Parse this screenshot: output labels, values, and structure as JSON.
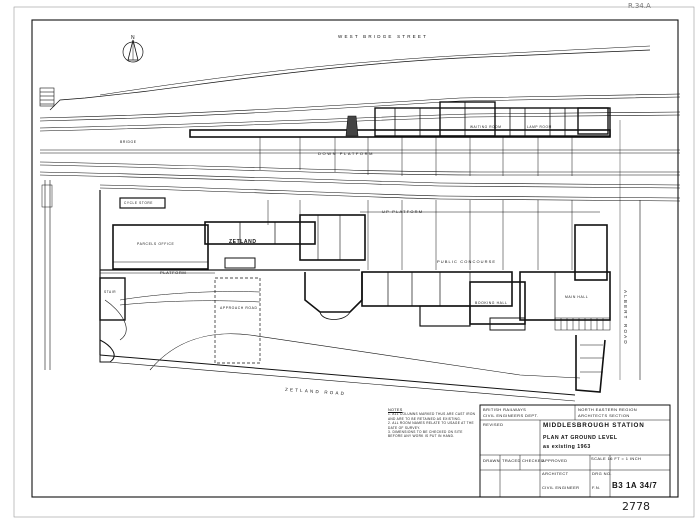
{
  "sheet": {
    "streets": {
      "top": "WEST BRIDGE STREET",
      "bottom": "ZETLAND ROAD",
      "right": "ALBERT ROAD"
    },
    "north_label": "N",
    "handwritten_top_right": "R.34.A",
    "handwritten_bottom": "2778"
  },
  "labels": {
    "down_platform": "DOWN PLATFORM",
    "up_platform": "UP PLATFORM",
    "zetland": "ZETLAND",
    "platform": "PLATFORM",
    "public_concourse": "PUBLIC CONCOURSE",
    "booking_hall": "BOOKING HALL",
    "approach_road": "APPROACH ROAD",
    "parcels_office": "PARCELS OFFICE",
    "main_hall": "MAIN HALL",
    "waiting_room": "WAITING ROOM",
    "lamp_room": "LAMP ROOM",
    "stair": "STAIR",
    "cycle_store": "CYCLE STORE",
    "bridge": "BRIDGE"
  },
  "notes": {
    "heading": "NOTES",
    "items": [
      "1. ALL COLUMNS MARKED THUS ARE CAST IRON AND ARE TO BE RETAINED AS EXISTING.",
      "2. ALL ROOM NAMES RELATE TO USAGE AT THE DATE OF SURVEY.",
      "3. DIMENSIONS TO BE CHECKED ON SITE BEFORE ANY WORK IS PUT IN HAND."
    ]
  },
  "title_block": {
    "org_left_1": "BRITISH RAILWAYS",
    "org_left_2": "CIVIL ENGINEERS DEPT.",
    "org_right_1": "NORTH EASTERN REGION",
    "org_right_2": "ARCHITECTS SECTION",
    "revised": "REVISED",
    "station": "MIDDLESBROUGH STATION",
    "plan": "PLAN AT GROUND LEVEL",
    "existing": "as existing 1963",
    "scale": "SCALE 16 FT = 1 INCH",
    "drawn": "DRAWN",
    "traced": "TRACED",
    "checked": "CHECKED",
    "approved": "APPROVED",
    "architect": "ARCHITECT",
    "civil_engineer": "CIVIL ENGINEER",
    "drg_prefix": "DRG NO.",
    "drawing_no": "B3 1A 34/7",
    "file_no": "F.N."
  }
}
